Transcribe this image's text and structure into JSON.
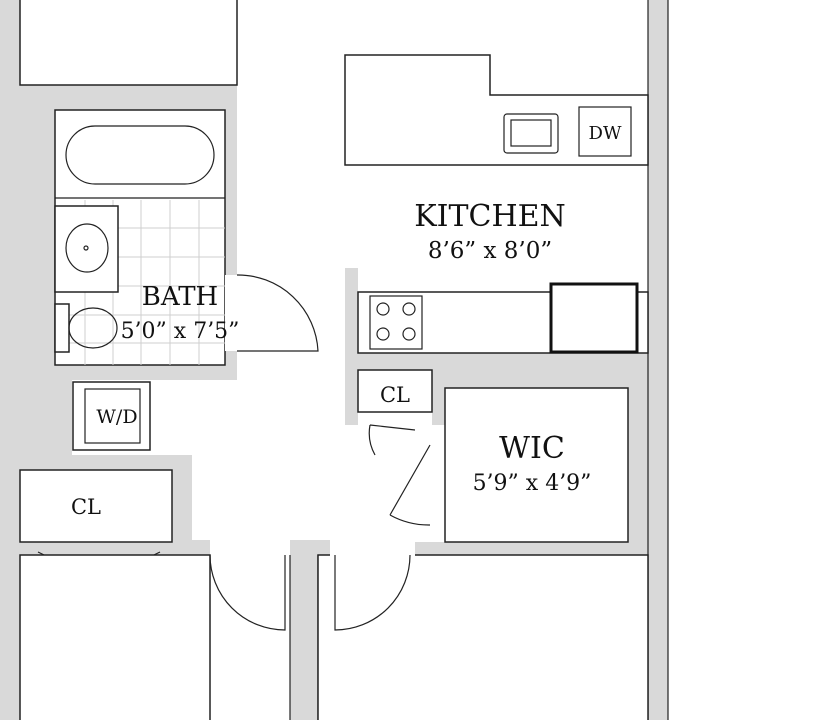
{
  "rooms": {
    "kitchen": {
      "name": "KITCHEN",
      "size": "8’6” x 8’0”"
    },
    "bath": {
      "name": "BATH",
      "size": "5’0” x 7’5”"
    },
    "wic": {
      "name": "WIC",
      "size": "5’9” x 4’9”"
    },
    "closet_kitchen": {
      "name": "CL"
    },
    "closet_left": {
      "name": "CL"
    },
    "washer_dryer": {
      "name": "W/D"
    },
    "dishwasher": {
      "name": "DW"
    }
  },
  "colors": {
    "wall": "#d9d9d9",
    "line": "#222222"
  }
}
